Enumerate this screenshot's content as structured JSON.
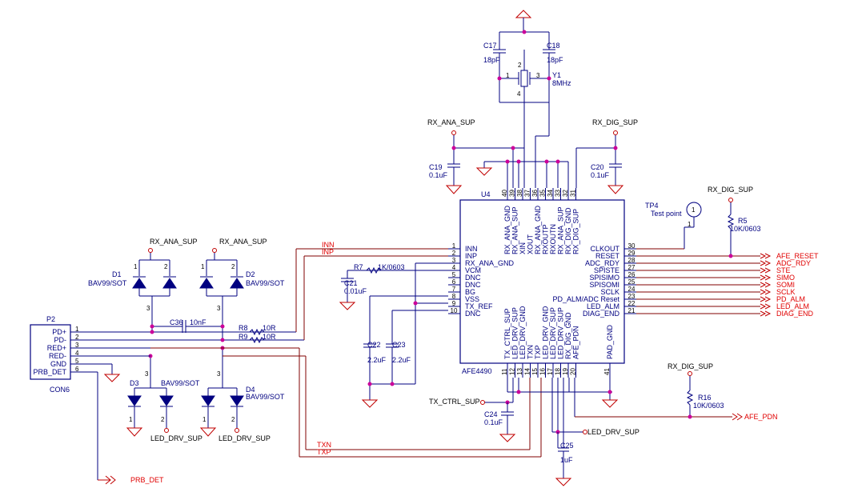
{
  "nets": {
    "rx_ana_sup": "RX_ANA_SUP",
    "rx_dig_sup": "RX_DIG_SUP",
    "led_drv_sup": "LED_DRV_SUP",
    "tx_ctrl_sup": "TX_CTRL_SUP",
    "prb_det": "PRB_DET",
    "afe_pdn": "AFE_PDN",
    "inn": "INN",
    "inp": "INP",
    "txn": "TXN",
    "txp": "TXP"
  },
  "parts": {
    "c17": {
      "ref": "C17",
      "value": "18pF"
    },
    "c18": {
      "ref": "C18",
      "value": "18pF"
    },
    "y1": {
      "ref": "Y1",
      "value": "8MHz",
      "p1": "1",
      "p2": "2",
      "p3": "3",
      "p4": "4"
    },
    "c19": {
      "ref": "C19",
      "value": "0.1uF"
    },
    "c20": {
      "ref": "C20",
      "value": "0.1uF"
    },
    "u4": {
      "ref": "U4",
      "part": "AFE4490"
    },
    "tp4": {
      "ref": "TP4",
      "value": "Test point",
      "pin": "1"
    },
    "r5": {
      "ref": "R5",
      "value": "10K/0603"
    },
    "d1": {
      "ref": "D1",
      "value": "BAV99/SOT"
    },
    "d2": {
      "ref": "D2",
      "value": "BAV99/SOT"
    },
    "d3": {
      "ref": "D3",
      "value": "BAV99/SOT"
    },
    "d4": {
      "ref": "D4",
      "value": "BAV99/SOT"
    },
    "c36": {
      "ref": "C36",
      "value": "10nF"
    },
    "r8": {
      "ref": "R8",
      "value": "10R"
    },
    "r9": {
      "ref": "R9",
      "value": "10R"
    },
    "p2": {
      "ref": "P2",
      "value": "CON6"
    },
    "r7": {
      "ref": "R7",
      "value": "1K/0603"
    },
    "c21": {
      "ref": "C21",
      "value": "0.01uF"
    },
    "c22": {
      "ref": "C22",
      "value": "2.2uF"
    },
    "c23": {
      "ref": "C23",
      "value": "2.2uF"
    },
    "c24": {
      "ref": "C24",
      "value": "0.1uF"
    },
    "c25": {
      "ref": "C25",
      "value": "1uF"
    },
    "r16": {
      "ref": "R16",
      "value": "10K/0603"
    }
  },
  "u4_left_pins": [
    {
      "num": "1",
      "name": "INN"
    },
    {
      "num": "2",
      "name": "INP"
    },
    {
      "num": "3",
      "name": "RX_ANA_GND"
    },
    {
      "num": "4",
      "name": "VCM"
    },
    {
      "num": "5",
      "name": "DNC"
    },
    {
      "num": "6",
      "name": "DNC"
    },
    {
      "num": "7",
      "name": "BG"
    },
    {
      "num": "8",
      "name": "VSS"
    },
    {
      "num": "9",
      "name": "TX_REF"
    },
    {
      "num": "10",
      "name": "DNC"
    }
  ],
  "u4_right_pins": [
    {
      "num": "30",
      "name": "CLKOUT"
    },
    {
      "num": "29",
      "name": "RESET"
    },
    {
      "num": "28",
      "name": "ADC_RDY"
    },
    {
      "num": "27",
      "name": "SPISTE"
    },
    {
      "num": "26",
      "name": "SPISIMO"
    },
    {
      "num": "25",
      "name": "SPISOMI"
    },
    {
      "num": "24",
      "name": "SCLK"
    },
    {
      "num": "23",
      "name": "PD_ALM/ADC Reset"
    },
    {
      "num": "22",
      "name": "LED_ALM"
    },
    {
      "num": "21",
      "name": "DIAG_END"
    }
  ],
  "u4_top_pins": [
    {
      "num": "40",
      "name": "RX_ANA_GND"
    },
    {
      "num": "39",
      "name": "RX_ANA_SUP"
    },
    {
      "num": "38",
      "name": "XIN"
    },
    {
      "num": "37",
      "name": "XOUT"
    },
    {
      "num": "36",
      "name": "RX_ANA_GND"
    },
    {
      "num": "35",
      "name": "RXOUTP"
    },
    {
      "num": "34",
      "name": "RXOUTN"
    },
    {
      "num": "33",
      "name": "RX_ANA_SUP"
    },
    {
      "num": "32",
      "name": "RX_DIG_GND"
    },
    {
      "num": "31",
      "name": "RX_DIG_SUP"
    }
  ],
  "u4_bottom_pins": [
    {
      "num": "11",
      "name": "TX_CTRL_SUP"
    },
    {
      "num": "12",
      "name": "LED_DRV_SUP"
    },
    {
      "num": "13",
      "name": "LED_DRV_GND"
    },
    {
      "num": "14",
      "name": "TXN"
    },
    {
      "num": "15",
      "name": "TXP"
    },
    {
      "num": "16",
      "name": "LED_DRV_GND"
    },
    {
      "num": "17",
      "name": "LED_DRV_SUP"
    },
    {
      "num": "18",
      "name": "LED_DRV_SUP"
    },
    {
      "num": "19",
      "name": "RX_DIG_GND"
    },
    {
      "num": "20",
      "name": "AFE_PDN"
    },
    {
      "num": "41",
      "name": "PAD_GND"
    }
  ],
  "output_ports": [
    "AFE_RESET",
    "ADC_RDY",
    "STE",
    "SIMO",
    "SOMI",
    "SCLK",
    "PD_ALM",
    "LED_ALM",
    "DIAG_END"
  ],
  "p2_pins": [
    {
      "num": "1",
      "name": "PD+"
    },
    {
      "num": "2",
      "name": "PD-"
    },
    {
      "num": "3",
      "name": "RED+"
    },
    {
      "num": "4",
      "name": "RED-"
    },
    {
      "num": "5",
      "name": "GND"
    },
    {
      "num": "6",
      "name": "PRB_DET"
    }
  ],
  "diode_pin_numbers": [
    "1",
    "2",
    "3"
  ]
}
